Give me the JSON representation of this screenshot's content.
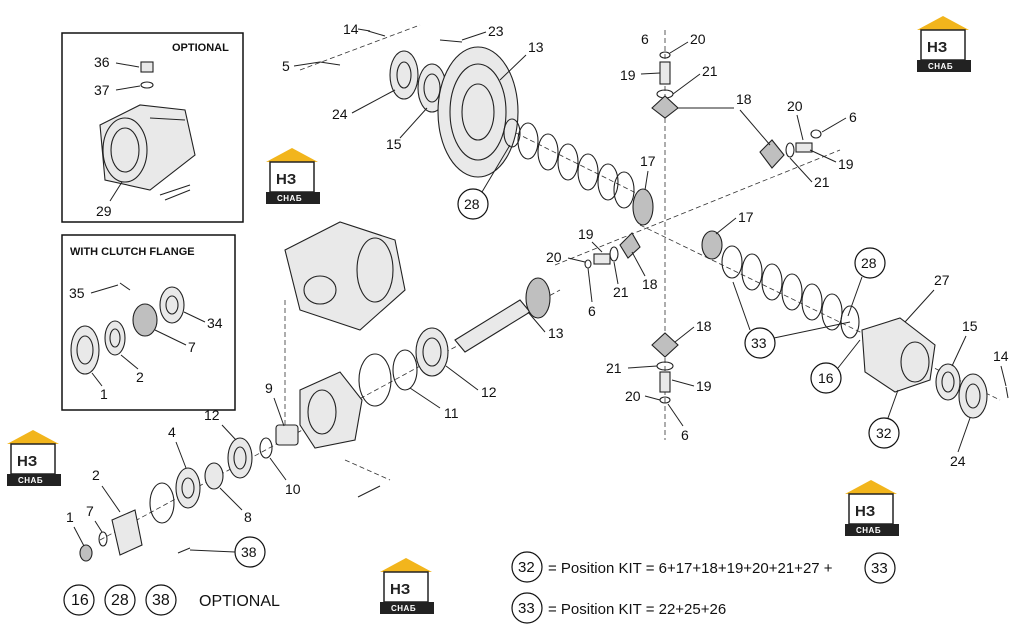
{
  "inset_optional": {
    "title": "OPTIONAL",
    "labels": [
      "36",
      "37",
      "29"
    ]
  },
  "inset_clutch": {
    "title": "WITH CLUTCH FLANGE",
    "labels": [
      "35",
      "34",
      "7",
      "2",
      "1"
    ]
  },
  "callouts": {
    "n14a": "14",
    "n23": "23",
    "n5": "5",
    "n13a": "13",
    "n24a": "24",
    "n15a": "15",
    "n28a": "28",
    "n6a": "6",
    "n20a": "20",
    "n19a": "19",
    "n21a": "21",
    "n18a": "18",
    "n20b": "20",
    "n6b": "6",
    "n19b": "19",
    "n21b": "21",
    "n17a": "17",
    "n17b": "17",
    "n19c": "19",
    "n20c": "20",
    "n21c": "21",
    "n18c": "18",
    "n6c": "6",
    "n13b": "13",
    "n28b": "28",
    "n27": "27",
    "n33": "33",
    "n15b": "15",
    "n16": "16",
    "n14b": "14",
    "n32": "32",
    "n24b": "24",
    "n18d": "18",
    "n21d": "21",
    "n19d": "19",
    "n20d": "20",
    "n6d": "6",
    "n9": "9",
    "n12a": "12",
    "n11": "11",
    "n12b": "12",
    "n10": "10",
    "n4": "4",
    "n8": "8",
    "n2": "2",
    "n7": "7",
    "n1": "1",
    "n38": "38"
  },
  "legend": {
    "optional_items": [
      "16",
      "28",
      "38"
    ],
    "optional_text": "OPTIONAL",
    "kit32": {
      "ref": "32",
      "text": "= Position KIT = 6+17+18+19+20+21+27 +",
      "plus_ref": "33"
    },
    "kit33": {
      "ref": "33",
      "text": "= Position KIT = 22+25+26"
    }
  },
  "watermark": {
    "letters": "HЗ",
    "band": "СНАБ"
  }
}
